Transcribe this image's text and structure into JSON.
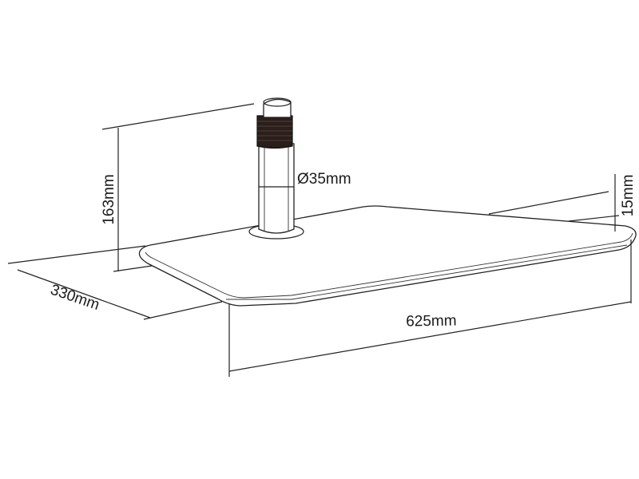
{
  "diagram": {
    "dimensions": {
      "height_post": "163mm",
      "depth": "330mm",
      "width": "625mm",
      "thickness": "15mm",
      "diameter": "Ø35mm"
    }
  }
}
